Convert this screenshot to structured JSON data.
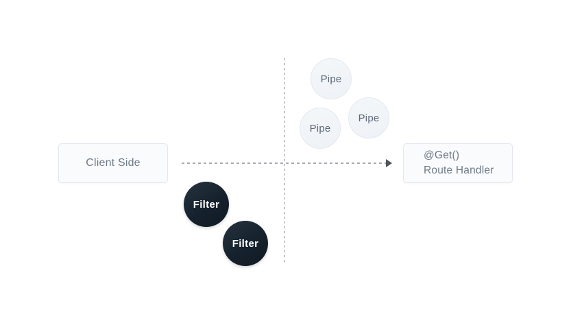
{
  "diagram": {
    "nodes": {
      "client": {
        "label": "Client Side"
      },
      "route_handler": {
        "line1": "@Get()",
        "line2": "Route Handler"
      }
    },
    "pipes": {
      "label": "Pipe",
      "count": 3
    },
    "filters": {
      "label": "Filter",
      "count": 2
    },
    "connectors": {
      "request_arrow": "dashed-horizontal-arrow-left-to-right",
      "boundary": "dashed-vertical-divider"
    },
    "colors": {
      "background": "#ffffff",
      "node_background": "#fafbfd",
      "node_border": "#e3e8ee",
      "node_text": "#6e7a87",
      "pipe_background": "#f1f5f8",
      "pipe_border": "#e3e9ee",
      "pipe_text": "#5d6a77",
      "filter_background": "#15212c",
      "filter_text": "#ffffff",
      "dash_line": "#a6abb0",
      "divider_line": "#c1c5c9",
      "arrowhead": "#4d545b"
    }
  }
}
